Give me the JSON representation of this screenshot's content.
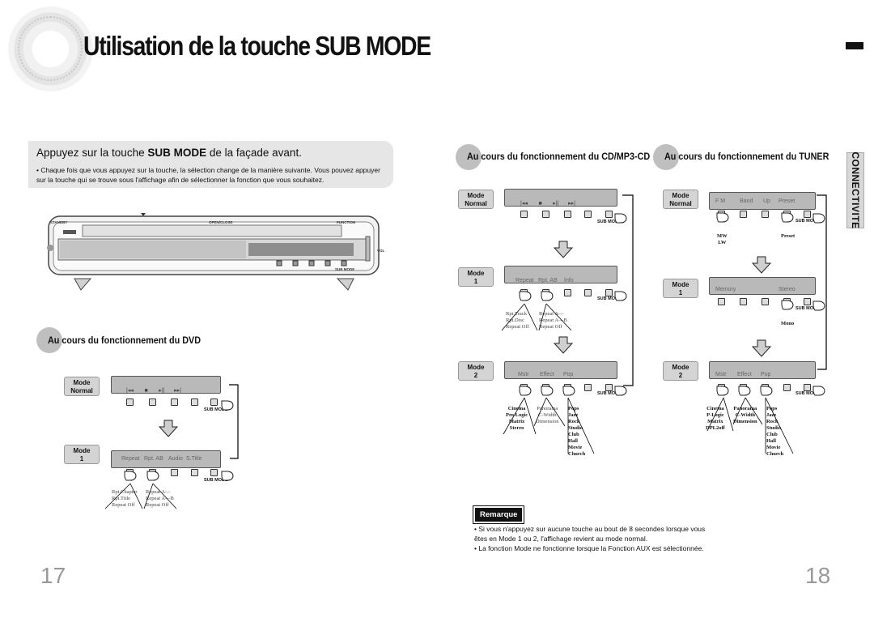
{
  "header": {
    "title": "Utilisation de la touche SUB MODE",
    "section_tab": "CONNECTIVITE"
  },
  "intro": {
    "heading_pre": "Appuyez sur la touche ",
    "heading_bold": "SUB MODE",
    "heading_post": " de la façade avant.",
    "body": "• Chaque fois que vous appuyez sur la touche, la sélection change de la manière suivante. Vous pouvez appuyer sur la touche qui se trouve sous l'affichage afin de sélectionner la fonction que vous souhaitez."
  },
  "device": {
    "standby": "STANDBY",
    "open_close": "OPEN/CLOSE",
    "function": "FUNCTION",
    "sub_mode": "SUB MODE",
    "vol": "VOL"
  },
  "sections": {
    "dvd": "Au cours du fonctionnement du DVD",
    "cd": "Au cours du fonctionnement du CD/MP3-CD",
    "tuner": "Au cours du fonctionnement du TUNER"
  },
  "common": {
    "mode_normal": [
      "Mode",
      "Normal"
    ],
    "mode_1": [
      "Mode",
      "1"
    ],
    "mode_2": [
      "Mode",
      "2"
    ],
    "sub_mode_btn": "SUB MODE"
  },
  "dvd": {
    "mode1_display": [
      "Repeat",
      "Rpt. AB",
      "Audio",
      "S.Title"
    ],
    "mode1_opts_1": "Rpt.Chapter\nRpt.Title\nRepeat Off",
    "mode1_opts_2": "Repeat A—\nRepeat A—B\nRepeat Off"
  },
  "cd": {
    "mode1_display": [
      "Repeat",
      "Rpt. AB",
      "Info"
    ],
    "mode1_opts_1": "Rpt.Track\nRpt.Disc\nRepeat Off",
    "mode1_opts_2": "Repeat A—\nRepeat A—B\nRepeat Off",
    "mode2_display": [
      "Mstr",
      "Effect",
      "Pop"
    ],
    "mode2_opts_1": "Cinema\nPro Logic\nMatrix\nStereo",
    "mode2_opts_2": "Panorama\nC-Width\nDimension",
    "mode2_opts_3": "Pops\nJazz\nRock\nStudio\nClub\nHall\nMovie\nChurch"
  },
  "tuner": {
    "normal_display": [
      "F M",
      "Band",
      "Up",
      "Preset"
    ],
    "normal_opts_1": "MW\nLW",
    "normal_opts_2": "Preset",
    "mode1_display": [
      "Memory",
      "Stereo"
    ],
    "mode1_opts": "Mono",
    "mode2_display": [
      "Mstr",
      "Effect",
      "Pop"
    ],
    "mode2_opts_1": "Cinema\nP-Logic\nMatrix\nDPL2off",
    "mode2_opts_2": "Panorama\nC-Width\nDimension",
    "mode2_opts_3": "Pops\nJazz\nRock\nStudio\nClub\nHall\nMovie\nChurch"
  },
  "remark": {
    "label": "Remarque",
    "note1": "• Si vous n'appuyez sur aucune touche au bout de 8 secondes lorsque vous êtes en Mode 1 ou 2, l'affichage revient au mode normal.",
    "note2": "• La fonction Mode ne fonctionne lorsque la Fonction AUX est sélectionnée."
  },
  "pages": {
    "left": "17",
    "right": "18"
  },
  "colors": {
    "panel": "#e6e6e6",
    "display": "#b9b9b9",
    "accent_circle": "#bfbfbf"
  }
}
